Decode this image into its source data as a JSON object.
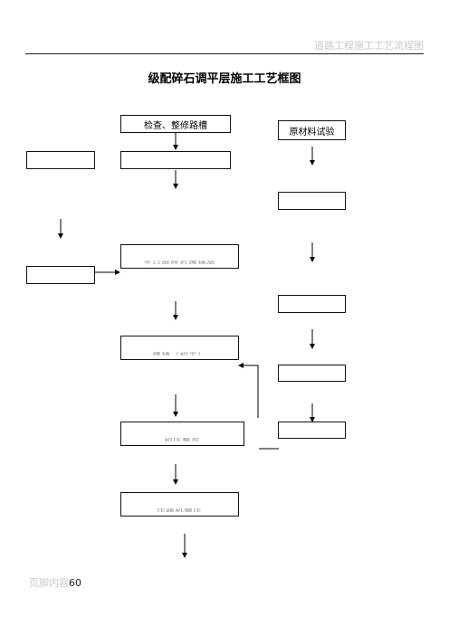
{
  "header": {
    "running_title": "道路工程施工工艺流程图"
  },
  "title": "级配碎石调平层施工工艺框图",
  "center_column": {
    "inspect_box": "检查、整修路槽",
    "box2": "",
    "box3": "平口层碎石摊铺层",
    "box4": "摊铺（初平）",
    "box5": "初压整形",
    "box6": "压路机碾压"
  },
  "right_column": {
    "material_test_box": "原材料试验",
    "box2": "",
    "box3": "",
    "box4": "",
    "box5": ""
  },
  "left_column": {
    "box1": "",
    "box2": ""
  },
  "footer": {
    "label": "页脚内容",
    "page_number": "60"
  }
}
